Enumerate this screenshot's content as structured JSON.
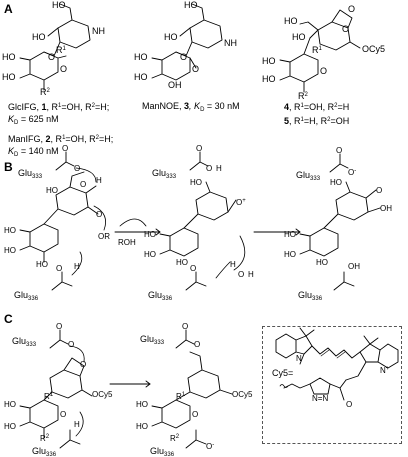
{
  "panels": {
    "a": "A",
    "b": "B",
    "c": "C"
  },
  "panel_a": {
    "compounds": [
      {
        "name": "GlcIFG,",
        "number": "1",
        "subs": ", R",
        "r_sub_1": "1",
        "subs_b": "=OH, R",
        "r_sub_2": "2",
        "subs_c": "=H;",
        "kd_label": "K",
        "kd_sub": "D",
        "kd_value": " = 625 nM"
      },
      {
        "name": "ManNOE,",
        "number": "3",
        "kd_label": ", K",
        "kd_sub": "D",
        "kd_value": " = 30 nM"
      },
      {
        "name": "ManIFG,",
        "number": "2",
        "subs": ", R",
        "r_sub_1": "1",
        "subs_b": "=OH, R",
        "r_sub_2": "2",
        "subs_c": "=H;",
        "kd_label": "K",
        "kd_sub": "D",
        "kd_value": " = 140 nM"
      }
    ],
    "inhibitors": [
      {
        "number": "4",
        "text_a": ", R",
        "s1": "1",
        "text_b": "=OH, R",
        "s2": "2",
        "text_c": "=H"
      },
      {
        "number": "5",
        "text_a": ", R",
        "s1": "1",
        "text_b": "=H, R",
        "s2": "2",
        "text_c": "=OH"
      }
    ],
    "atom_labels": {
      "ho": "HO",
      "oh": "OH",
      "o": "O",
      "nh": "NH",
      "n": "N",
      "r1": "R",
      "r1_sup": "1",
      "r2": "R",
      "r2_sup": "2",
      "ocy5": "OCy5"
    }
  },
  "panel_b": {
    "glu333": "Glu",
    "glu333_sub": "333",
    "glu336": "Glu",
    "glu336_sub": "336",
    "roh": "ROH",
    "or": "OR",
    "h": "H",
    "o": "O",
    "o_minus": "O",
    "minus": "-",
    "oh": "OH",
    "ho": "HO",
    "plus": "+"
  },
  "panel_c": {
    "glu333": "Glu",
    "glu333_sub": "333",
    "glu336": "Glu",
    "glu336_sub": "336",
    "ocy5": "OCy5",
    "cy5_label": "Cy5=",
    "n_plus": "N",
    "n": "N",
    "plus": "+",
    "o": "O",
    "n_eq": "N=N"
  }
}
